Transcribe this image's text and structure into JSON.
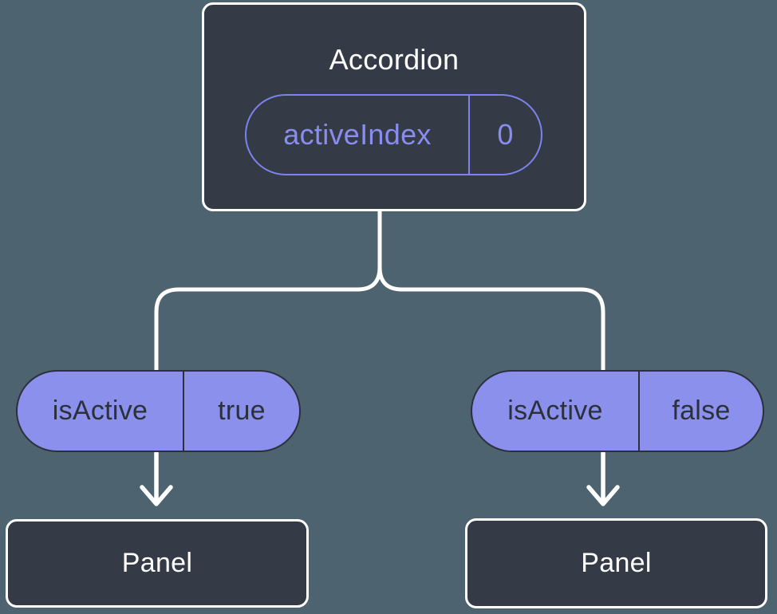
{
  "root_node": {
    "label": "Accordion",
    "state_pill": {
      "key": "activeIndex",
      "value": "0"
    }
  },
  "branches": [
    {
      "prop_pill": {
        "key": "isActive",
        "value": "true"
      },
      "child_node": {
        "label": "Panel"
      }
    },
    {
      "prop_pill": {
        "key": "isActive",
        "value": "false"
      },
      "child_node": {
        "label": "Panel"
      }
    }
  ],
  "icons": {
    "branch_arrow": "arrow-down"
  },
  "colors": {
    "background": "#4D6470",
    "node_fill": "#343A46",
    "node_border": "#FFFFFF",
    "node_text": "#FFFFFF",
    "state_pill_border": "#7C83EA",
    "state_pill_text": "#888DEE",
    "prop_pill_fill": "#8A90EC",
    "prop_pill_border": "#2B303B",
    "prop_pill_text": "#2B303B",
    "connector": "#FFFFFF"
  }
}
